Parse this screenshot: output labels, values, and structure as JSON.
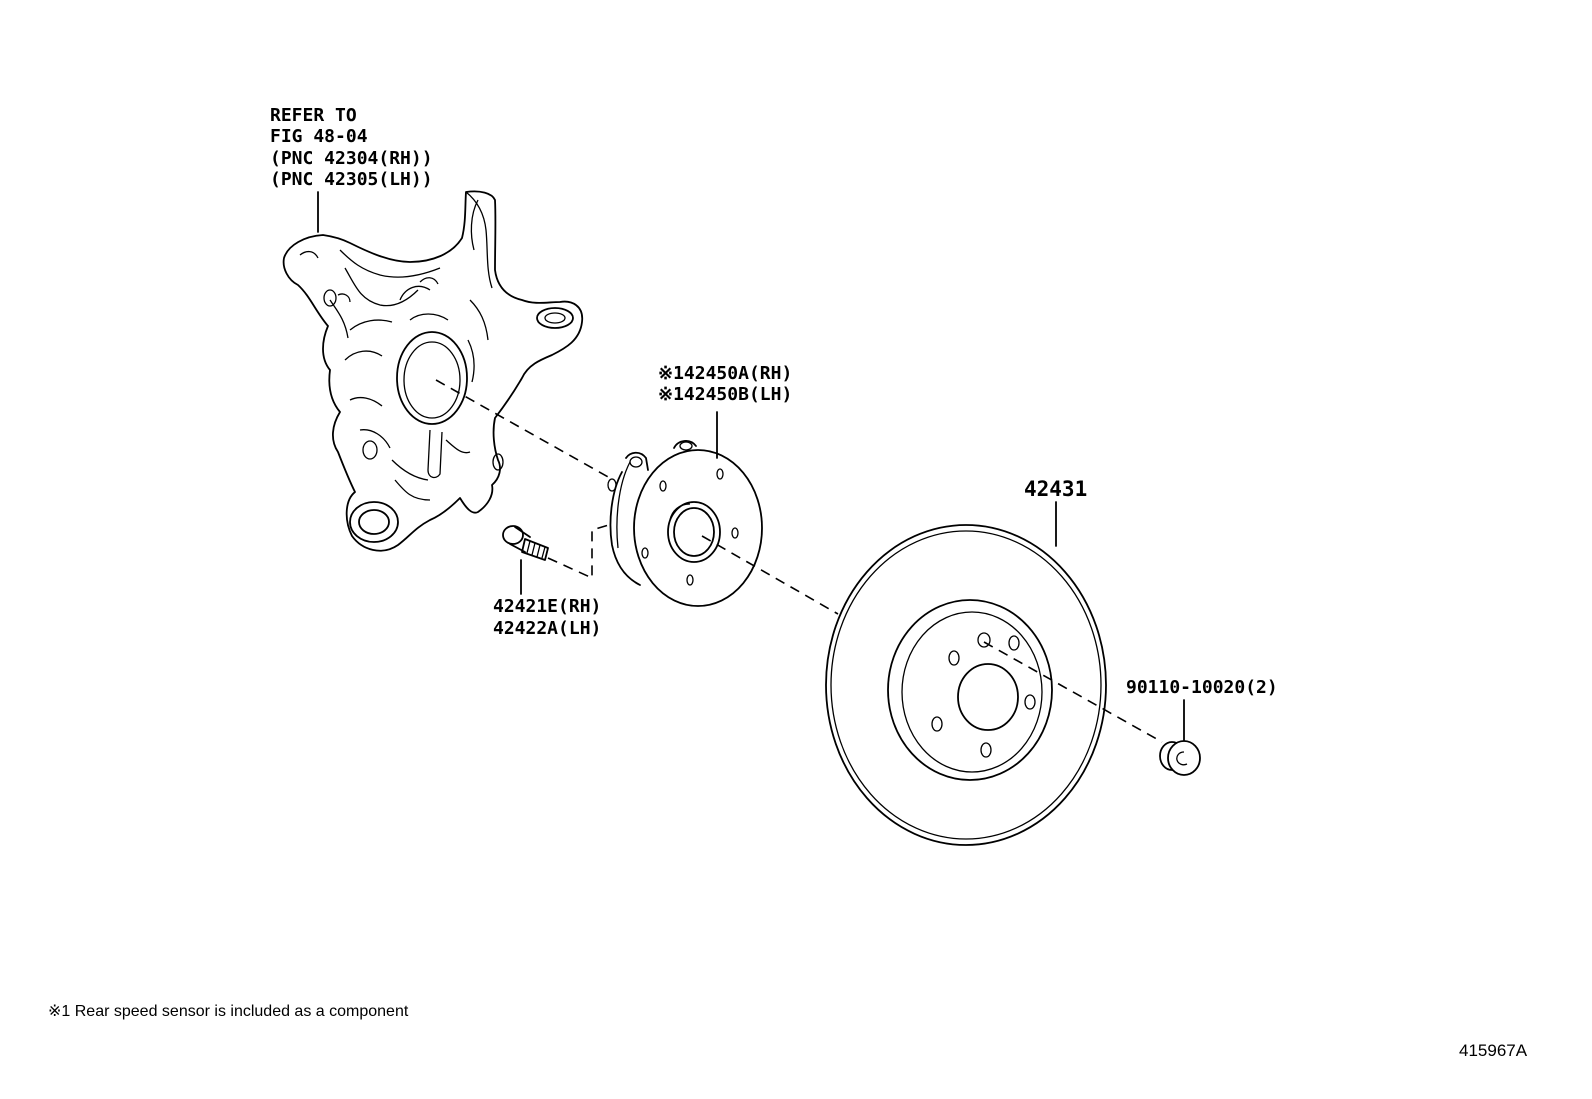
{
  "callouts": {
    "knuckle_ref": [
      "REFER TO",
      "FIG 48-04",
      "(PNC 42304(RH))",
      "(PNC 42305(LH))"
    ],
    "hub_rh": "※142450A(RH)",
    "hub_lh": "※142450B(LH)",
    "bolt_rh": "42421E(RH)",
    "bolt_lh": "42422A(LH)",
    "disc": "42431",
    "nut": "90110-10020(2)"
  },
  "footnote": "※1 Rear speed sensor is included as a component",
  "diagram_id": "415967A"
}
